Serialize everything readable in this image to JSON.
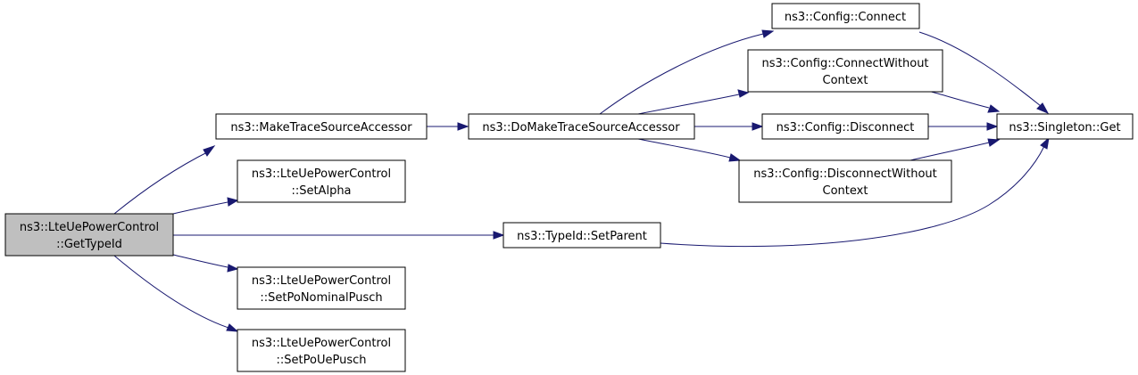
{
  "colors": {
    "edge": "#191970",
    "root_fill": "#bfbfbf",
    "node_fill": "#ffffff",
    "border": "#000000"
  },
  "nodes": [
    {
      "id": "gettypeid",
      "lines": [
        "ns3::LteUePowerControl",
        "::GetTypeId"
      ]
    },
    {
      "id": "maketsa",
      "lines": [
        "ns3::MakeTraceSourceAccessor"
      ]
    },
    {
      "id": "setalpha",
      "lines": [
        "ns3::LteUePowerControl",
        "::SetAlpha"
      ]
    },
    {
      "id": "setponominal",
      "lines": [
        "ns3::LteUePowerControl",
        "::SetPoNominalPusch"
      ]
    },
    {
      "id": "setpoue",
      "lines": [
        "ns3::LteUePowerControl",
        "::SetPoUePusch"
      ]
    },
    {
      "id": "domaketsa",
      "lines": [
        "ns3::DoMakeTraceSourceAccessor"
      ]
    },
    {
      "id": "setparent",
      "lines": [
        "ns3::TypeId::SetParent"
      ]
    },
    {
      "id": "connect",
      "lines": [
        "ns3::Config::Connect"
      ]
    },
    {
      "id": "connectwc",
      "lines": [
        "ns3::Config::ConnectWithout",
        "Context"
      ]
    },
    {
      "id": "disconnect",
      "lines": [
        "ns3::Config::Disconnect"
      ]
    },
    {
      "id": "disconnectwc",
      "lines": [
        "ns3::Config::DisconnectWithout",
        "Context"
      ]
    },
    {
      "id": "singleton",
      "lines": [
        "ns3::Singleton::Get"
      ]
    }
  ],
  "edges": [
    [
      "gettypeid",
      "maketsa"
    ],
    [
      "gettypeid",
      "setalpha"
    ],
    [
      "gettypeid",
      "setparent"
    ],
    [
      "gettypeid",
      "setponominal"
    ],
    [
      "gettypeid",
      "setpoue"
    ],
    [
      "maketsa",
      "domaketsa"
    ],
    [
      "domaketsa",
      "connect"
    ],
    [
      "domaketsa",
      "connectwc"
    ],
    [
      "domaketsa",
      "disconnect"
    ],
    [
      "domaketsa",
      "disconnectwc"
    ],
    [
      "connect",
      "singleton"
    ],
    [
      "connectwc",
      "singleton"
    ],
    [
      "disconnect",
      "singleton"
    ],
    [
      "disconnectwc",
      "singleton"
    ],
    [
      "setparent",
      "singleton"
    ]
  ]
}
